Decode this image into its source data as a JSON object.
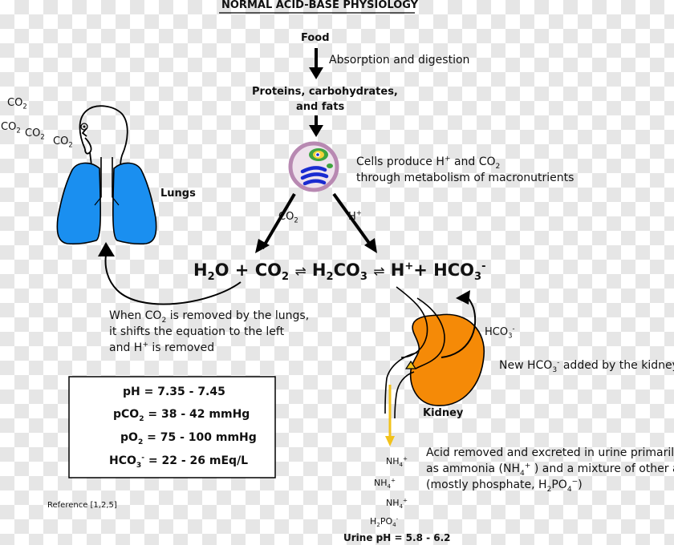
{
  "title": "NORMAL ACID-BASE PHYSIOLOGY",
  "food": "Food",
  "absorption": "Absorption and digestion",
  "nutrients_line1": "Proteins, carbohydrates,",
  "nutrients_line2": "and fats",
  "cells_line1_pre": "Cells produce H",
  "cells_line1_mid": " and CO",
  "cells_line2": "through metabolism of macronutrients",
  "lungs_label": "Lungs",
  "kidney_label": "Kidney",
  "co2_arrow": "CO",
  "h_arrow": "H",
  "exhaled": [
    "CO",
    "CO",
    "CO",
    "CO"
  ],
  "equation": {
    "h2o_a": "H",
    "h2o_b": "O + CO",
    "rev1": "⇌",
    "h2co3_a": "H",
    "h2co3_b": "CO",
    "rev2": "⇌",
    "h": "H",
    "plus_hco": "+ HCO",
    "minus": "-"
  },
  "lungs_note": {
    "line1_pre": "When CO",
    "line1_post": " is removed by the lungs,",
    "line2": "it shifts the equation to the left",
    "line3_pre": "and H",
    "line3_post": " is removed"
  },
  "hco3_return": "HCO",
  "new_hco3_pre": "New HCO",
  "new_hco3_post": " added by the kidneys",
  "acid_note": {
    "line1": "Acid removed and excreted in urine primarily",
    "line2_pre": "as ammonia (NH",
    "line2_post": " ) and a mixture of other acids",
    "line3_pre": "(mostly phosphate, H",
    "line3_mid": "PO",
    "line3_post": ")"
  },
  "urine_ions": [
    "NH",
    "NH",
    "NH",
    "H"
  ],
  "urine_ph": "Urine pH = 5.8 - 6.2",
  "ranges": {
    "ph": "pH = 7.35 - 7.45",
    "pco2_pre": "pCO",
    "pco2_post": " = 38 - 42 mmHg",
    "po2_pre": "pO",
    "po2_post": " = 75 - 100 mmHg",
    "hco3_pre": "HCO",
    "hco3_post": " = 22 - 26 mEq/L"
  },
  "reference": "Reference [1,2,5]",
  "colors": {
    "lung_blue": "#1a8ff0",
    "kidney_orange": "#f58a07",
    "urine_yellow": "#f2c21b",
    "cell_membrane": "#b889b2",
    "cell_fill": "#eee2ec"
  }
}
